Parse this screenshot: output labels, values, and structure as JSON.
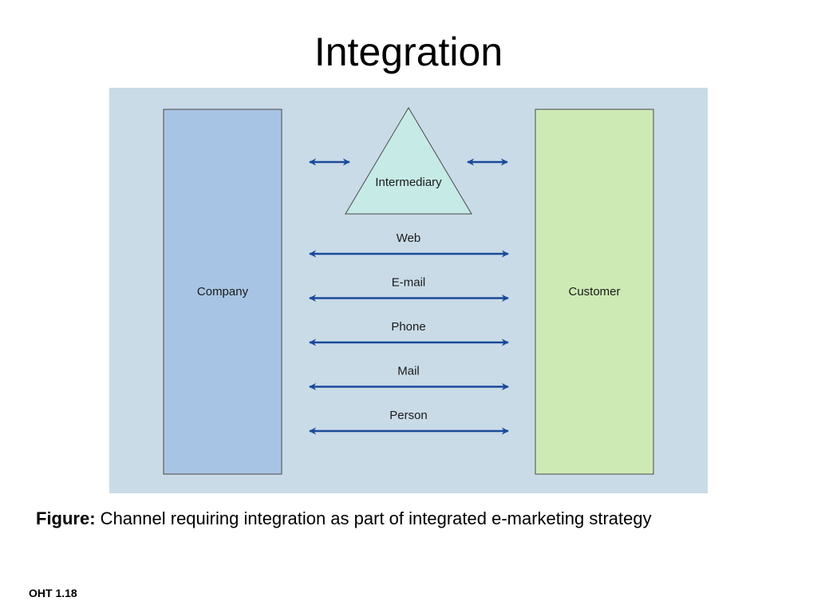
{
  "title": "Integration",
  "diagram": {
    "company_label": "Company",
    "customer_label": "Customer",
    "intermediary_label": "Intermediary",
    "channels": [
      "Web",
      "E-mail",
      "Phone",
      "Mail",
      "Person"
    ],
    "colors": {
      "background": "#c9dbe7",
      "company": "#a8c4e4",
      "customer": "#cdeab4",
      "intermediary": "#c6eae6",
      "arrow": "#1a4a9a",
      "border": "#4a4a4a"
    }
  },
  "caption": {
    "label": "Figure:",
    "text": " Channel requiring integration as part of integrated e-marketing strategy"
  },
  "footer": "OHT 1.18"
}
